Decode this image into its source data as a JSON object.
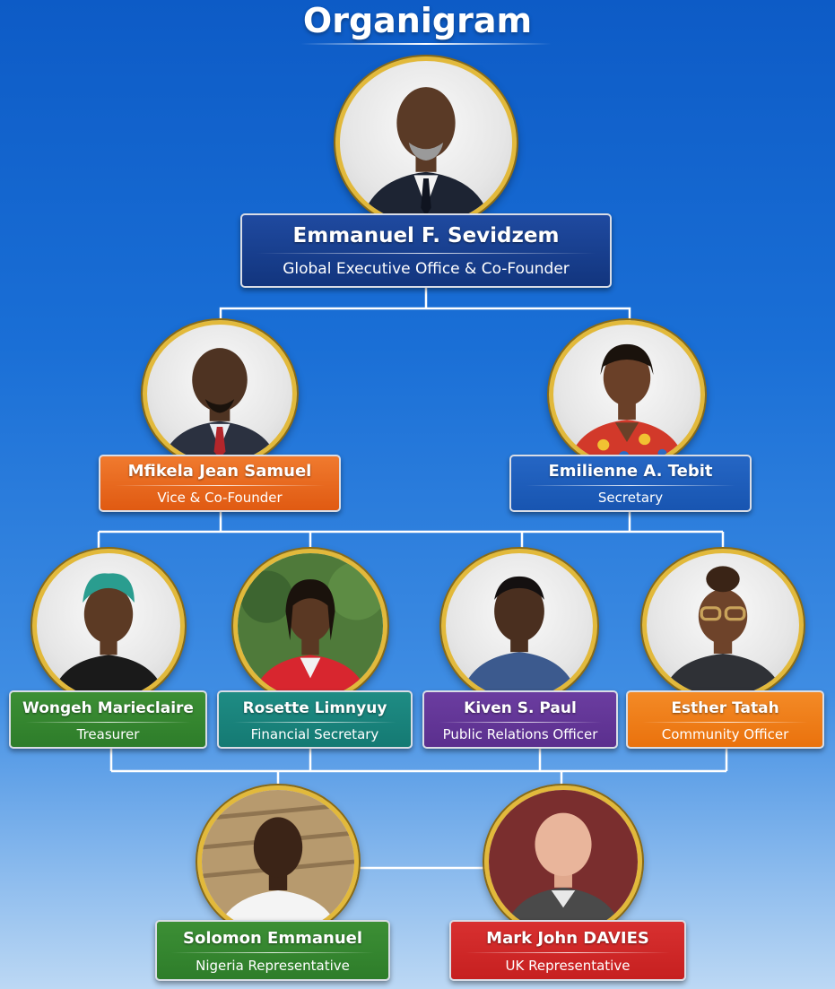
{
  "title": "Organigram",
  "colors": {
    "navy": "#12357e",
    "blue": "#1855b1",
    "orange": "#e05a12",
    "green": "#2e7d2a",
    "teal": "#147a73",
    "purple": "#5b2f8e",
    "amber": "#ea720d",
    "red": "#c62020",
    "gold": "#e2b93b",
    "line": "#ffffff"
  },
  "levels": {
    "top": [
      {
        "name": "Emmanuel F. Sevidzem",
        "role": "Global Executive Office & Co-Founder",
        "color": "navy"
      }
    ],
    "second": [
      {
        "name": "Mfikela Jean Samuel",
        "role": "Vice & Co-Founder",
        "color": "orange"
      },
      {
        "name": "Emilienne A. Tebit",
        "role": "Secretary",
        "color": "blue"
      }
    ],
    "third": [
      {
        "name": "Wongeh Marieclaire",
        "role": "Treasurer",
        "color": "green"
      },
      {
        "name": "Rosette Limnyuy",
        "role": "Financial Secretary",
        "color": "teal"
      },
      {
        "name": "Kiven S. Paul",
        "role": "Public Relations Officer",
        "color": "purple"
      },
      {
        "name": "Esther Tatah",
        "role": "Community Officer",
        "color": "amber"
      }
    ],
    "fourth": [
      {
        "name": "Solomon Emmanuel",
        "role": "Nigeria Representative",
        "color": "green"
      },
      {
        "name": "Mark John DAVIES",
        "role": "UK Representative",
        "color": "red"
      }
    ]
  }
}
